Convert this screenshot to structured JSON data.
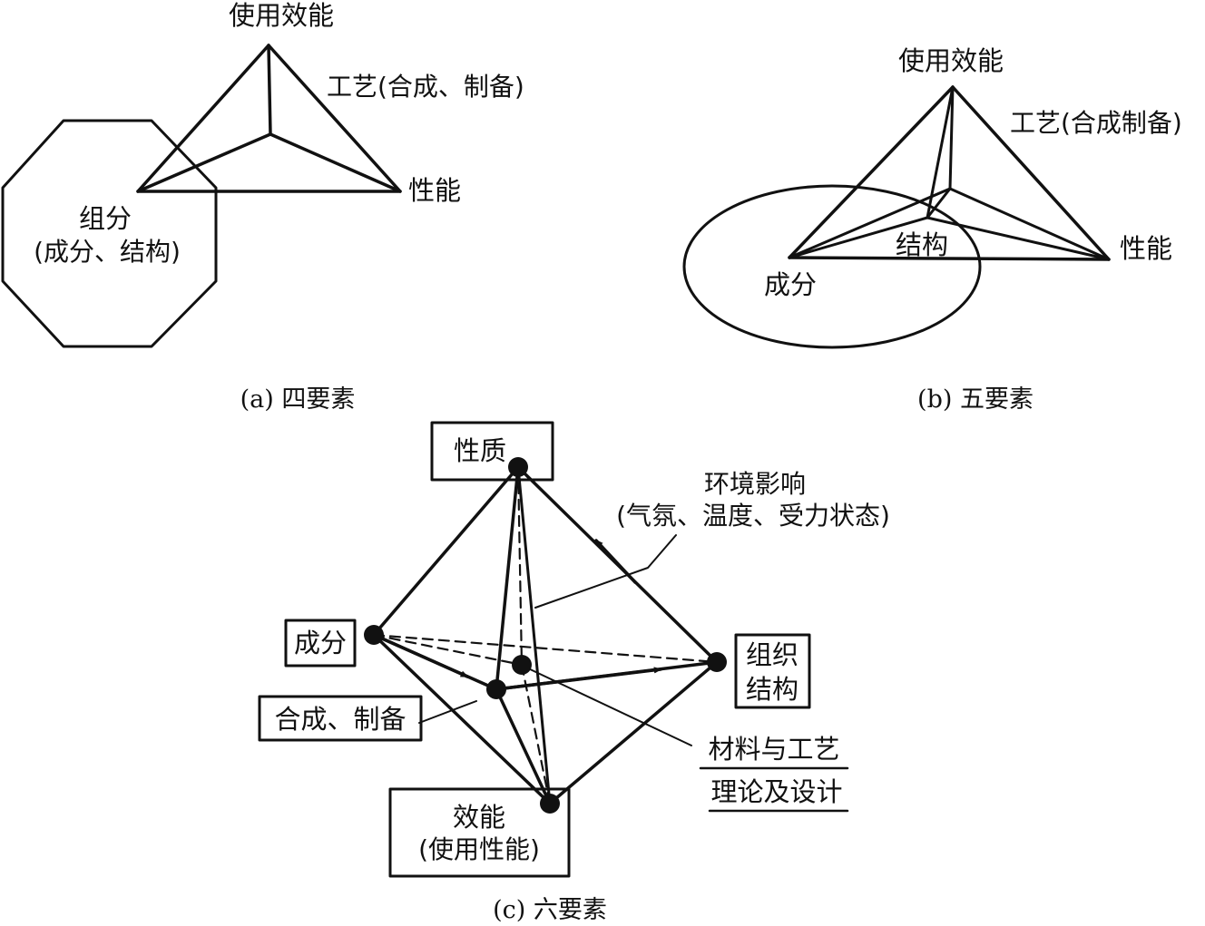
{
  "panel_a": {
    "caption": "(a) 四要素",
    "top": "使用效能",
    "process": "工艺(合成、制备)",
    "property": "性能",
    "composition": "组分",
    "composition_detail": "(成分、结构)"
  },
  "panel_b": {
    "caption": "(b) 五要素",
    "top": "使用效能",
    "process": "工艺(合成制备)",
    "property": "性能",
    "structure": "结构",
    "composition": "成分"
  },
  "panel_c": {
    "caption": "(c) 六要素",
    "property": "性质",
    "environment": "环境影响",
    "environment_detail": "(气氛、温度、受力状态)",
    "composition": "成分",
    "organization_line1": "组织",
    "organization_line2": "结构",
    "synthesis": "合成、制备",
    "theory_line1": "材料与工艺",
    "theory_line2": "理论及设计",
    "performance_line1": "效能",
    "performance_line2": "(使用性能)"
  }
}
